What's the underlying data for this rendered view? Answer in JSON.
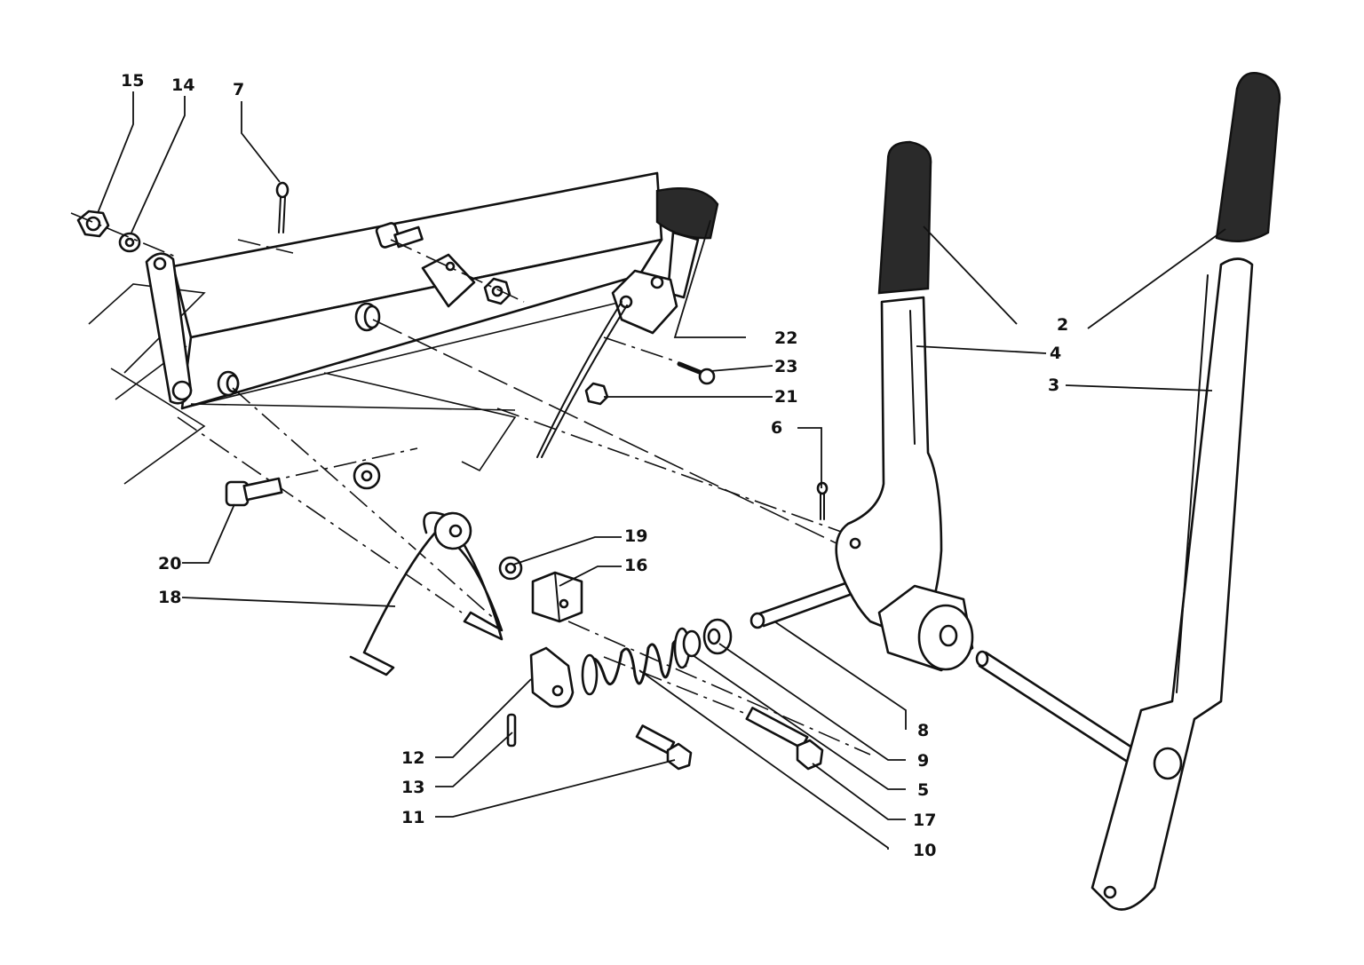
{
  "callouts": {
    "c2": "2",
    "c3": "3",
    "c4": "4",
    "c5": "5",
    "c6": "6",
    "c7": "7",
    "c8": "8",
    "c9": "9",
    "c10": "10",
    "c11": "11",
    "c12": "12",
    "c13": "13",
    "c14": "14",
    "c15": "15",
    "c16": "16",
    "c17": "17",
    "c18": "18",
    "c19": "19",
    "c20": "20",
    "c21": "21",
    "c22": "22",
    "c23": "23"
  },
  "colors": {
    "ink": "#111111",
    "grip": "#2a2a2a",
    "paper": "#ffffff"
  }
}
